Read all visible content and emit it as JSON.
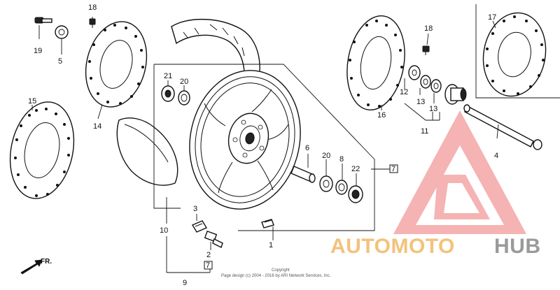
{
  "diagram": {
    "callouts": {
      "c1": "1",
      "c2": "2",
      "c3": "3",
      "c4": "4",
      "c5": "5",
      "c6": "6",
      "c7a": "7",
      "c7b": "7",
      "c8": "8",
      "c9": "9",
      "c10": "10",
      "c11": "11",
      "c12": "12",
      "c13a": "13",
      "c13b": "13",
      "c14": "14",
      "c15": "15",
      "c16": "16",
      "c17": "17",
      "c18a": "18",
      "c18b": "18",
      "c19": "19",
      "c20a": "20",
      "c20b": "20",
      "c21": "21",
      "c22": "22"
    },
    "front_indicator": "FR.",
    "copyright_line1": "Copyright",
    "copyright_line2": "Page design (c) 2004 - 2016 by ARI Network Services, Inc."
  },
  "watermark": {
    "brand_part1": "AUTOMOTO",
    "brand_part2": "HUB",
    "color_primary": "#f4a6a6",
    "color_accent": "#f3c27c",
    "color_gray": "#9a9a9a"
  }
}
